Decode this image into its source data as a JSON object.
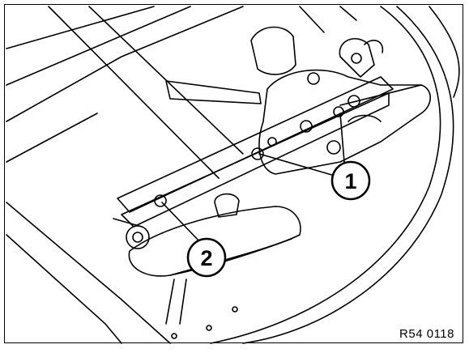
{
  "figure": {
    "reference_code": "R54 0118",
    "callouts": [
      {
        "id": "1",
        "label": "1"
      },
      {
        "id": "2",
        "label": "2"
      }
    ],
    "colors": {
      "line": "#000000",
      "background": "#ffffff"
    }
  }
}
